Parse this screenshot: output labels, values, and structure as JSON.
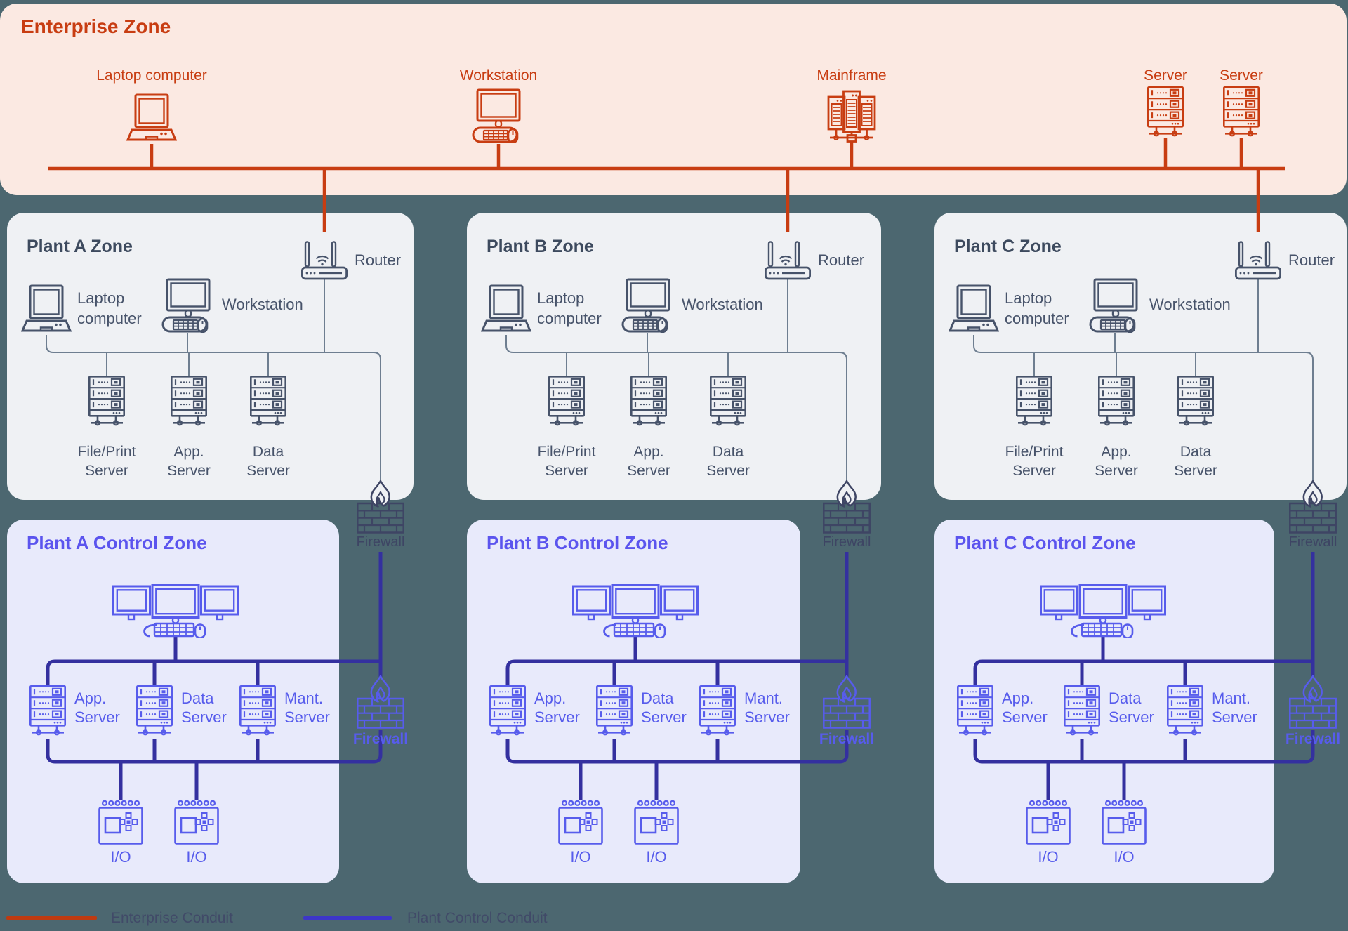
{
  "colors": {
    "background": "#4C6770",
    "enterprise_bg": "#FBE9E2",
    "enterprise_red": "#C83D12",
    "plant_bg": "#EFF1F4",
    "plant_slate": "#47536A",
    "plant_title": "#3D4A5E",
    "control_bg": "#E8EAFB",
    "control_indigo": "#575CEC",
    "control_title": "#5B54EE",
    "conduit_navy": "#34309F",
    "firewall_dark": "#3E4564",
    "thin_line": "#6E7E90",
    "legend_text": "#414A68",
    "legend_red": "#BF3A10",
    "legend_blue": "#3D36C9"
  },
  "enterprise": {
    "title": "Enterprise Zone",
    "devices": [
      "Laptop computer",
      "Workstation",
      "Mainframe",
      "Server",
      "Server"
    ]
  },
  "plant_zones": [
    {
      "title": "Plant A Zone",
      "router": "Router",
      "laptop": [
        "Laptop",
        "computer"
      ],
      "workstation": "Workstation",
      "servers": [
        {
          "l1": "File/Print",
          "l2": "Server"
        },
        {
          "l1": "App.",
          "l2": "Server"
        },
        {
          "l1": "Data",
          "l2": "Server"
        }
      ],
      "firewall": "Firewall"
    },
    {
      "title": "Plant B Zone",
      "router": "Router",
      "laptop": [
        "Laptop",
        "computer"
      ],
      "workstation": "Workstation",
      "servers": [
        {
          "l1": "File/Print",
          "l2": "Server"
        },
        {
          "l1": "App.",
          "l2": "Server"
        },
        {
          "l1": "Data",
          "l2": "Server"
        }
      ],
      "firewall": "Firewall"
    },
    {
      "title": "Plant C Zone",
      "router": "Router",
      "laptop": [
        "Laptop",
        "computer"
      ],
      "workstation": "Workstation",
      "servers": [
        {
          "l1": "File/Print",
          "l2": "Server"
        },
        {
          "l1": "App.",
          "l2": "Server"
        },
        {
          "l1": "Data",
          "l2": "Server"
        }
      ],
      "firewall": "Firewall"
    }
  ],
  "control_zones": [
    {
      "title": "Plant A Control Zone",
      "servers": [
        {
          "l1": "App.",
          "l2": "Server"
        },
        {
          "l1": "Data",
          "l2": "Server"
        },
        {
          "l1": "Mant.",
          "l2": "Server"
        }
      ],
      "io": [
        "I/O",
        "I/O"
      ],
      "firewall": "Firewall"
    },
    {
      "title": "Plant B Control Zone",
      "servers": [
        {
          "l1": "App.",
          "l2": "Server"
        },
        {
          "l1": "Data",
          "l2": "Server"
        },
        {
          "l1": "Mant.",
          "l2": "Server"
        }
      ],
      "io": [
        "I/O",
        "I/O"
      ],
      "firewall": "Firewall"
    },
    {
      "title": "Plant C Control Zone",
      "servers": [
        {
          "l1": "App.",
          "l2": "Server"
        },
        {
          "l1": "Data",
          "l2": "Server"
        },
        {
          "l1": "Mant.",
          "l2": "Server"
        }
      ],
      "io": [
        "I/O",
        "I/O"
      ],
      "firewall": "Firewall"
    }
  ],
  "legend": {
    "enterprise_label": "Enterprise Conduit",
    "plant_label": "Plant Control Conduit"
  }
}
